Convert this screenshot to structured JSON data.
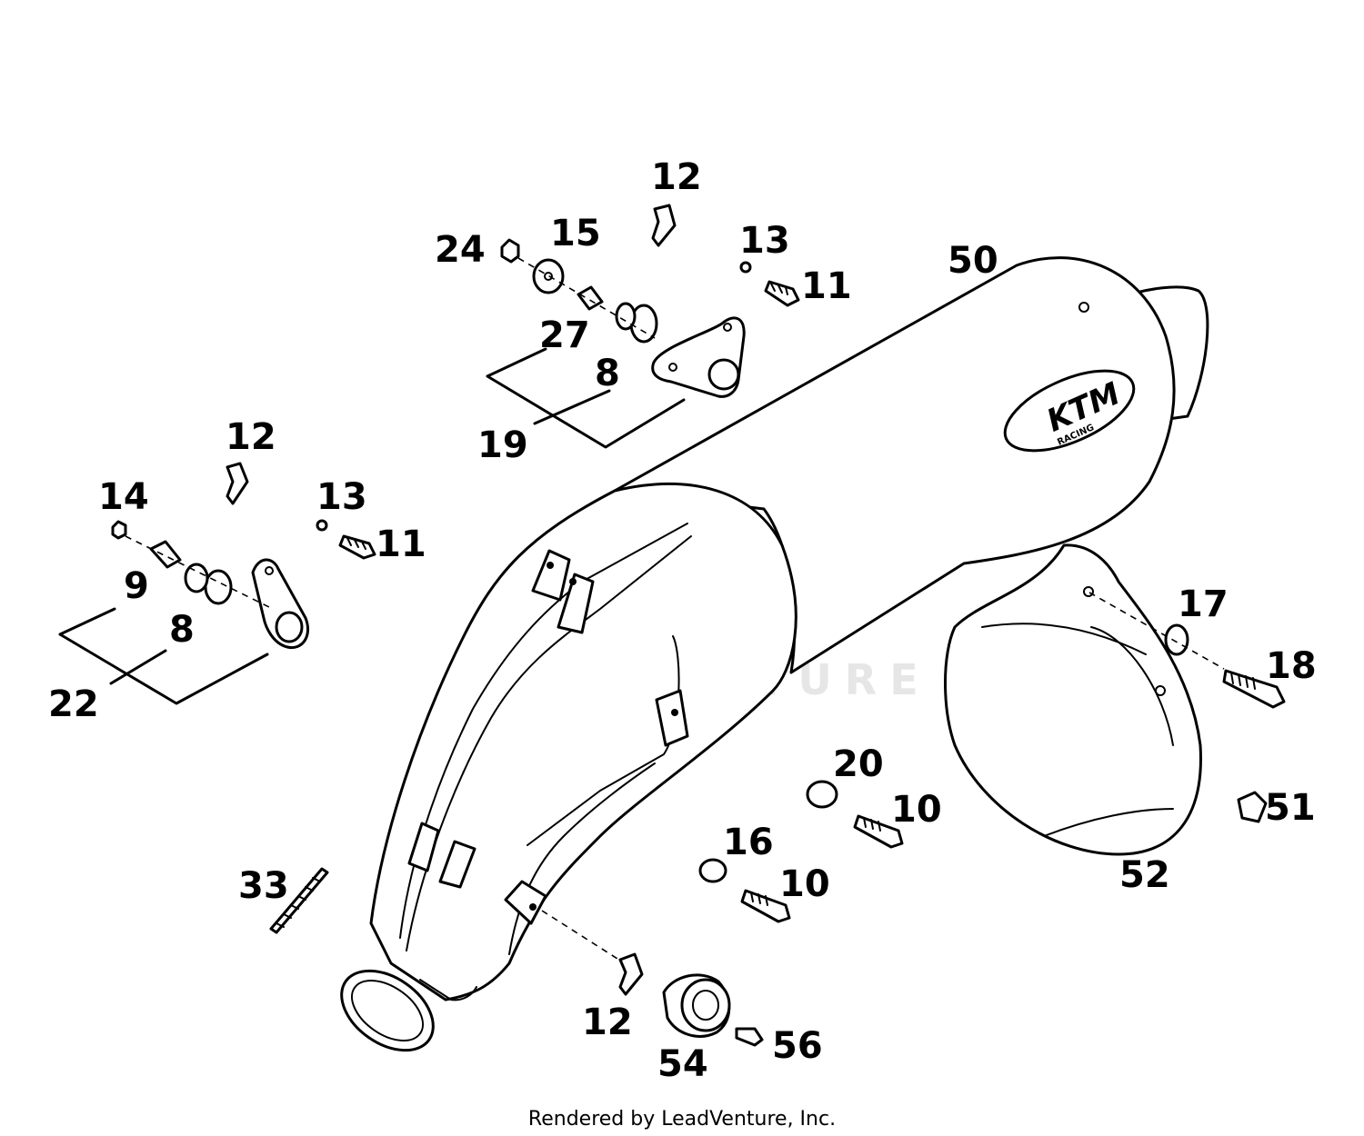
{
  "watermark": "LEADVENTURE",
  "footer": "Rendered by LeadVenture, Inc.",
  "muffler_logo": {
    "brand": "KTM",
    "sub": "RACING"
  },
  "labels": {
    "l12a": "12",
    "l24": "24",
    "l15": "15",
    "l13a": "13",
    "l11a": "11",
    "l50": "50",
    "l27": "27",
    "l8a": "8",
    "l19": "19",
    "l12b": "12",
    "l14": "14",
    "l13b": "13",
    "l11b": "11",
    "l9": "9",
    "l8b": "8",
    "l22": "22",
    "l17": "17",
    "l18": "18",
    "l20": "20",
    "l10a": "10",
    "l16": "16",
    "l10b": "10",
    "l51": "51",
    "l52": "52",
    "l33": "33",
    "l12c": "12",
    "l54": "54",
    "l56": "56"
  }
}
